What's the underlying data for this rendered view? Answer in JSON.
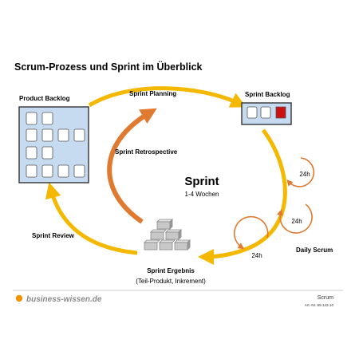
{
  "title": "Scrum-Prozess und Sprint im Überblick",
  "labels": {
    "product_backlog": "Product Backlog",
    "sprint_planning": "Sprint Planning",
    "sprint_backlog": "Sprint Backlog",
    "sprint_retrospective": "Sprint Retrospective",
    "sprint": "Sprint",
    "sprint_duration": "1-4 Wochen",
    "sprint_review": "Sprint Review",
    "sprint_ergebnis": "Sprint Ergebnis",
    "sprint_ergebnis_sub": "(Teil-Produkt, Inkrement)",
    "daily_scrum": "Daily Scrum",
    "daily_1": "24h",
    "daily_2": "24h",
    "daily_3": "24h"
  },
  "footer": {
    "brand": "business-wissen.de",
    "topic": "Scrum",
    "article_no": "Art.-Nr. 89.143.10"
  },
  "colors": {
    "cycle_arrow": "#f5b800",
    "retro_arrow": "#e07a30",
    "daily_arrow": "#e07a30",
    "backlog_fill": "#c6daf0",
    "highlight_item": "#cc1111",
    "footer_line": "#999999",
    "brand_dot": "#f29200"
  }
}
